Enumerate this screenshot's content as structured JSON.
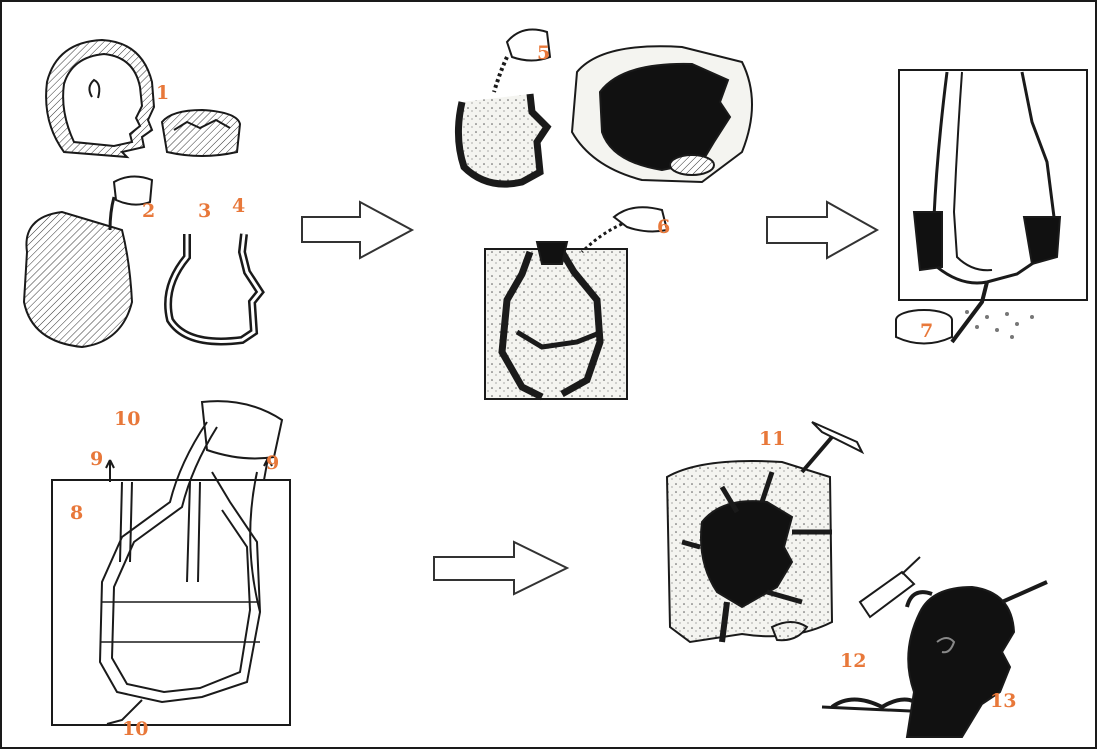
{
  "labels": {
    "n1": "1",
    "n2": "2",
    "n3": "3",
    "n4": "4",
    "n5": "5",
    "n6": "6",
    "n7": "7",
    "n8": "8",
    "n9a": "9",
    "n9b": "9",
    "n10a": "10",
    "n10b": "10",
    "n11": "11",
    "n12": "12",
    "n13": "13"
  },
  "colors": {
    "label": "#e8783a",
    "ink": "#1a1a1a",
    "sand": "#f2f2ee"
  }
}
